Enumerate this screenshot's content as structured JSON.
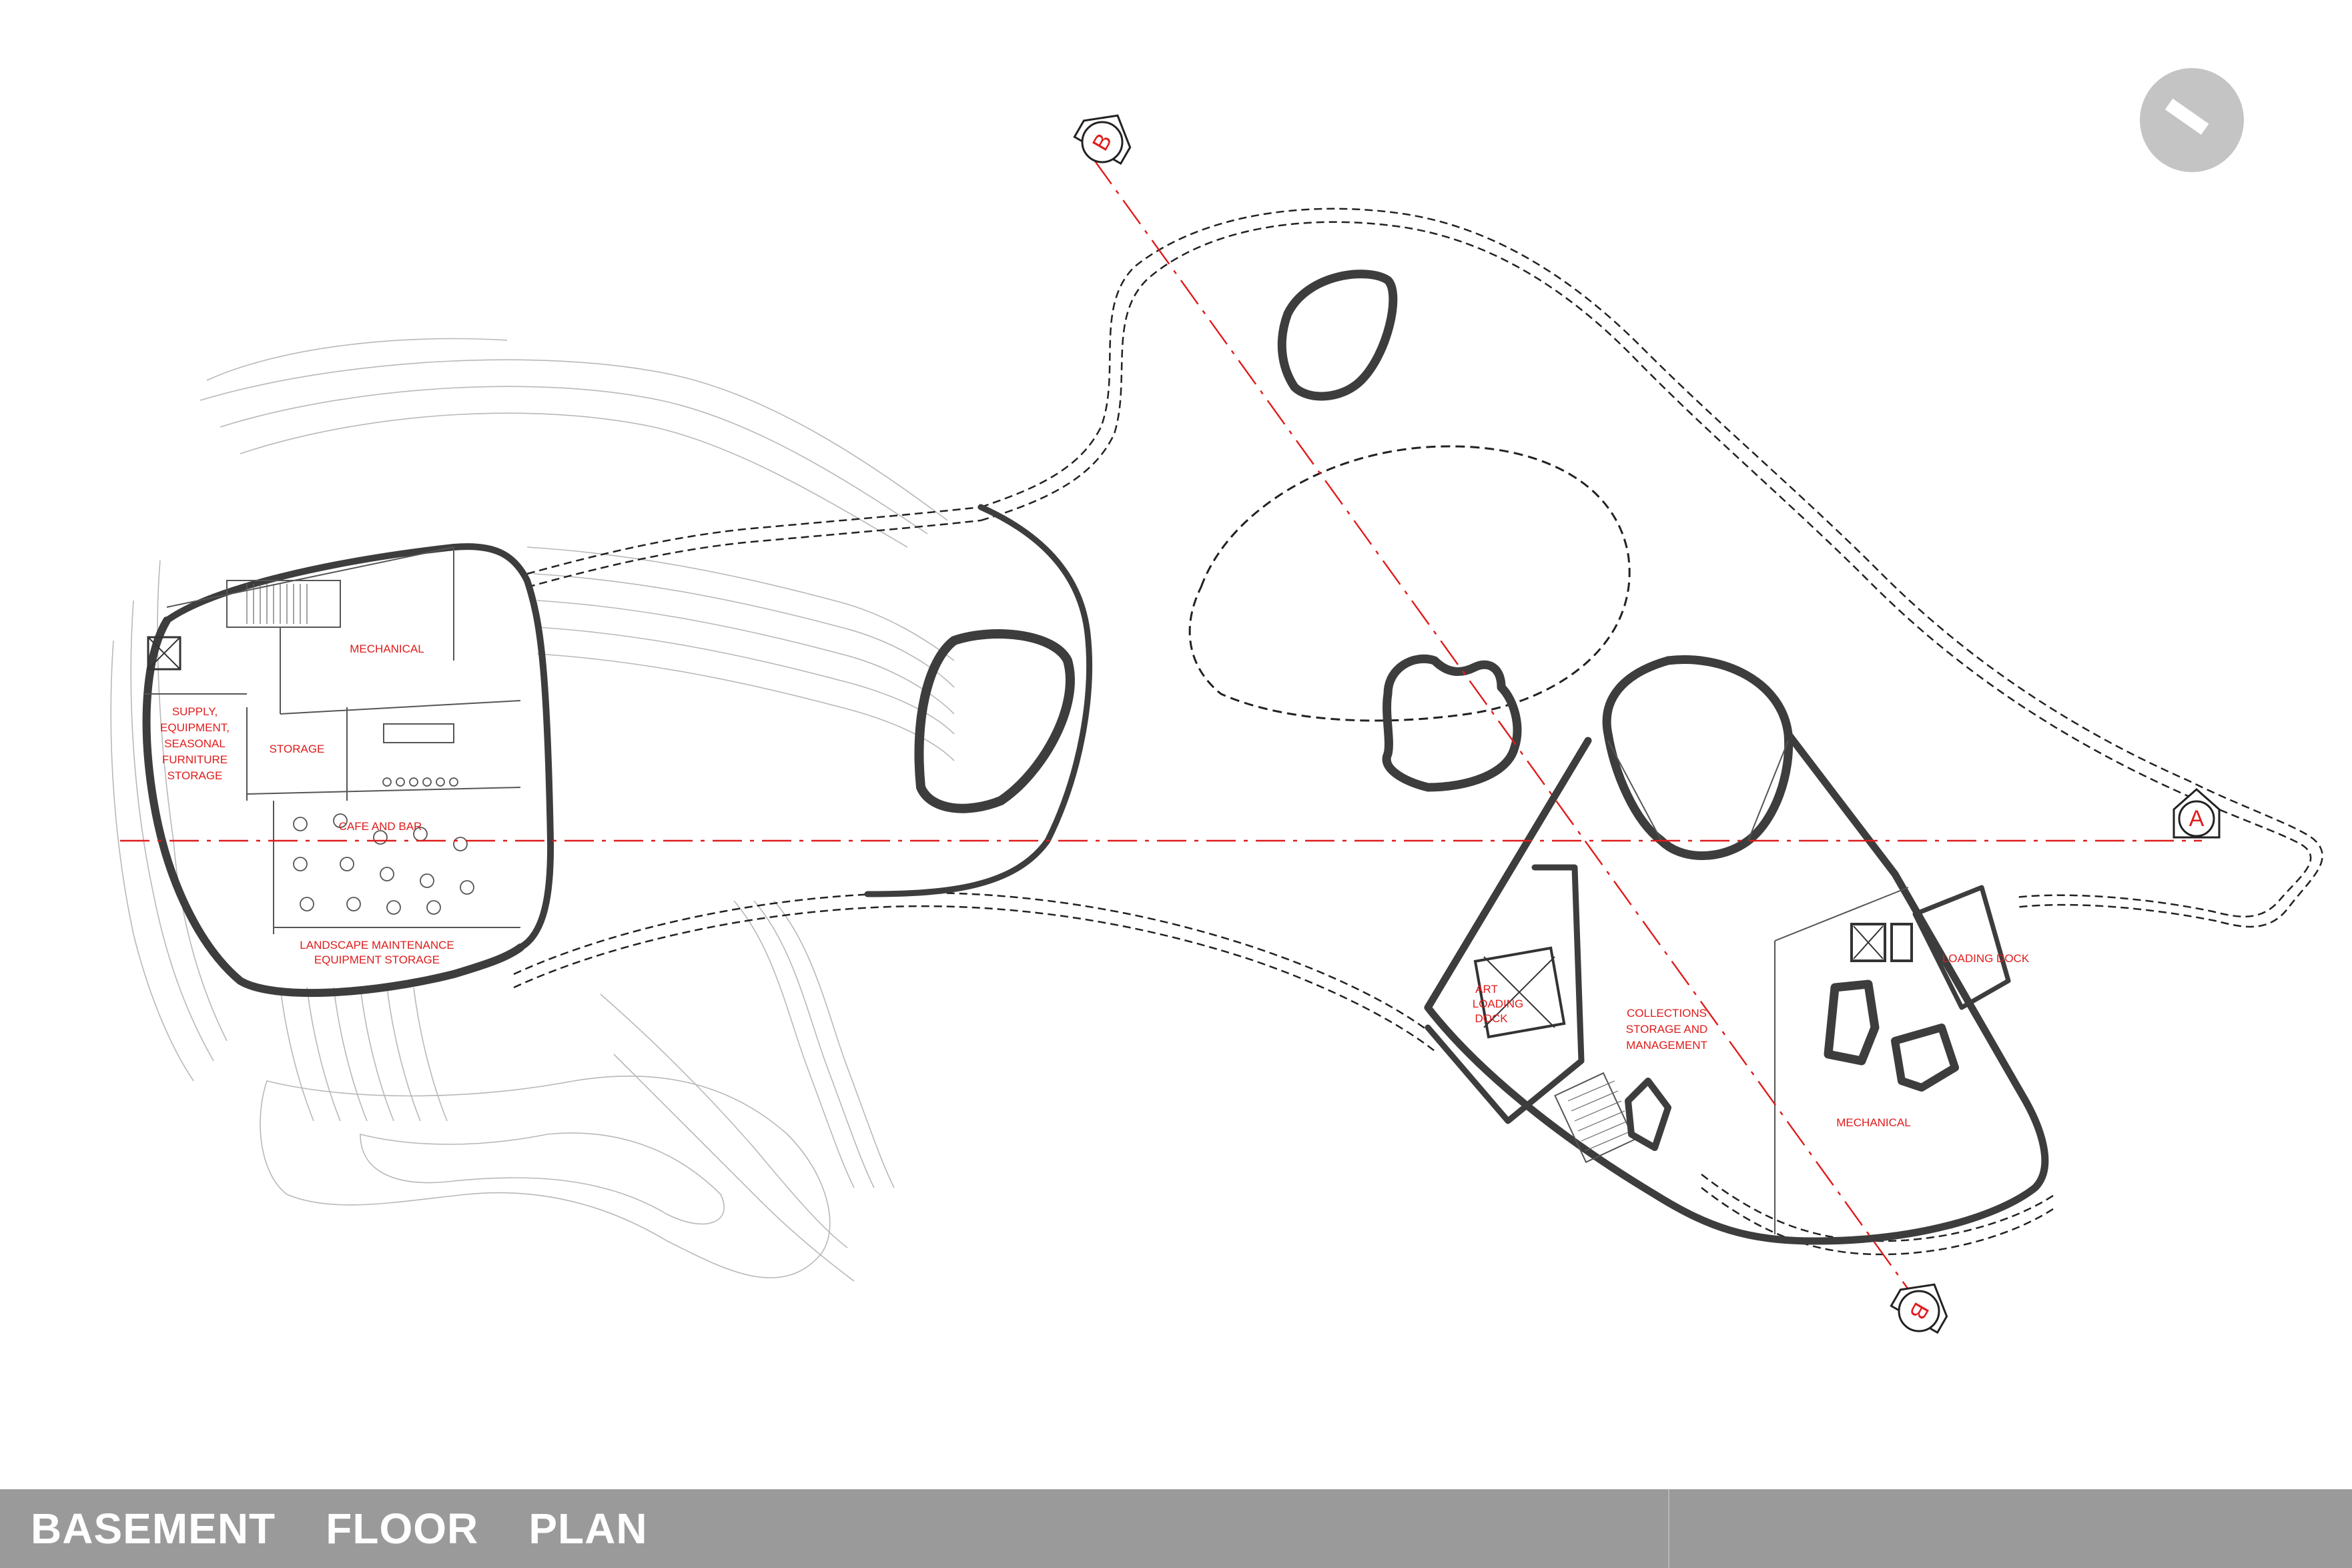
{
  "title": "BASEMENT    FLOOR    PLAN",
  "rooms": {
    "mechanical_west": "MECHANICAL",
    "supply_storage": [
      "SUPPLY,",
      "EQUIPMENT,",
      "SEASONAL",
      "FURNITURE",
      "STORAGE"
    ],
    "storage": "STORAGE",
    "cafe_bar": "CAFE AND BAR",
    "landscape_storage": [
      "LANDSCAPE MAINTENANCE",
      "EQUIPMENT STORAGE"
    ],
    "art_loading_dock": [
      "ART",
      "LOADING",
      "DOCK"
    ],
    "collections": [
      "COLLECTIONS",
      "STORAGE AND",
      "MANAGEMENT"
    ],
    "loading_dock": "LOADING DOCK",
    "mechanical_east": "MECHANICAL"
  },
  "section_markers": {
    "b_top": "B",
    "b_bottom": "B",
    "a_right": "A"
  },
  "colors": {
    "annotation": "#e01b1b",
    "wall": "#3d3d3d",
    "title_bar": "#9a9a9b",
    "title_text": "#ffffff",
    "north_disc": "#c4c4c4"
  },
  "icons": {
    "north": "north-arrow-icon",
    "section": "section-marker-icon"
  }
}
